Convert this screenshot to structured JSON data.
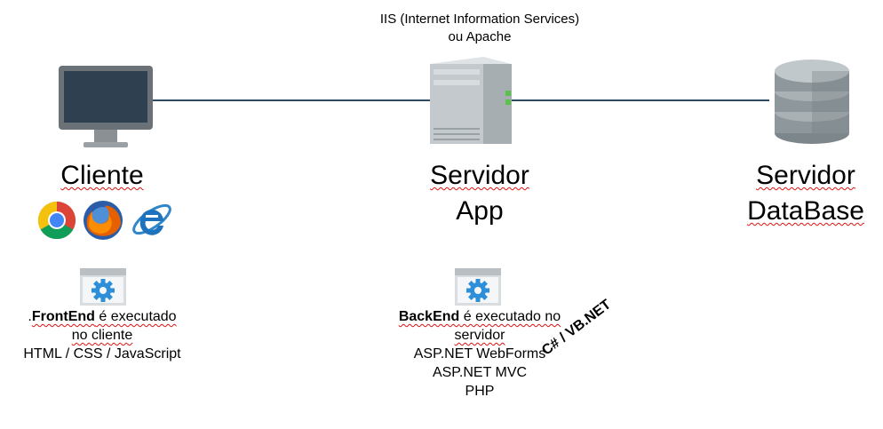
{
  "server_software": {
    "line1": "IIS (Internet Information Services)",
    "line2": "ou Apache"
  },
  "client": {
    "title": "Cliente",
    "browser_icons": [
      "chrome-icon",
      "firefox-icon",
      "internet-explorer-icon"
    ],
    "frontend_prefix": ".",
    "frontend_bold": "FrontEnd",
    "frontend_rest": " é executado",
    "line2": "no cliente",
    "line3": "HTML / CSS / JavaScript"
  },
  "app_server": {
    "title_line1": "Servidor",
    "title_line2": "App",
    "backend_bold": "BackEnd",
    "backend_rest": " é executado no",
    "line2": "servidor",
    "tech": [
      "ASP.NET WebForms",
      "ASP.NET MVC",
      "PHP"
    ],
    "languages": "C# / VB.NET"
  },
  "db_server": {
    "title_line1": "Servidor",
    "title_line2": "DataBase"
  },
  "colors": {
    "connector": "#2e4a5e",
    "monitor_frame": "#6b7277",
    "monitor_screen": "#2f4150",
    "server_body": "#c9cfd3",
    "db_body": "#8e979b",
    "gear": "#2d8fd9"
  }
}
